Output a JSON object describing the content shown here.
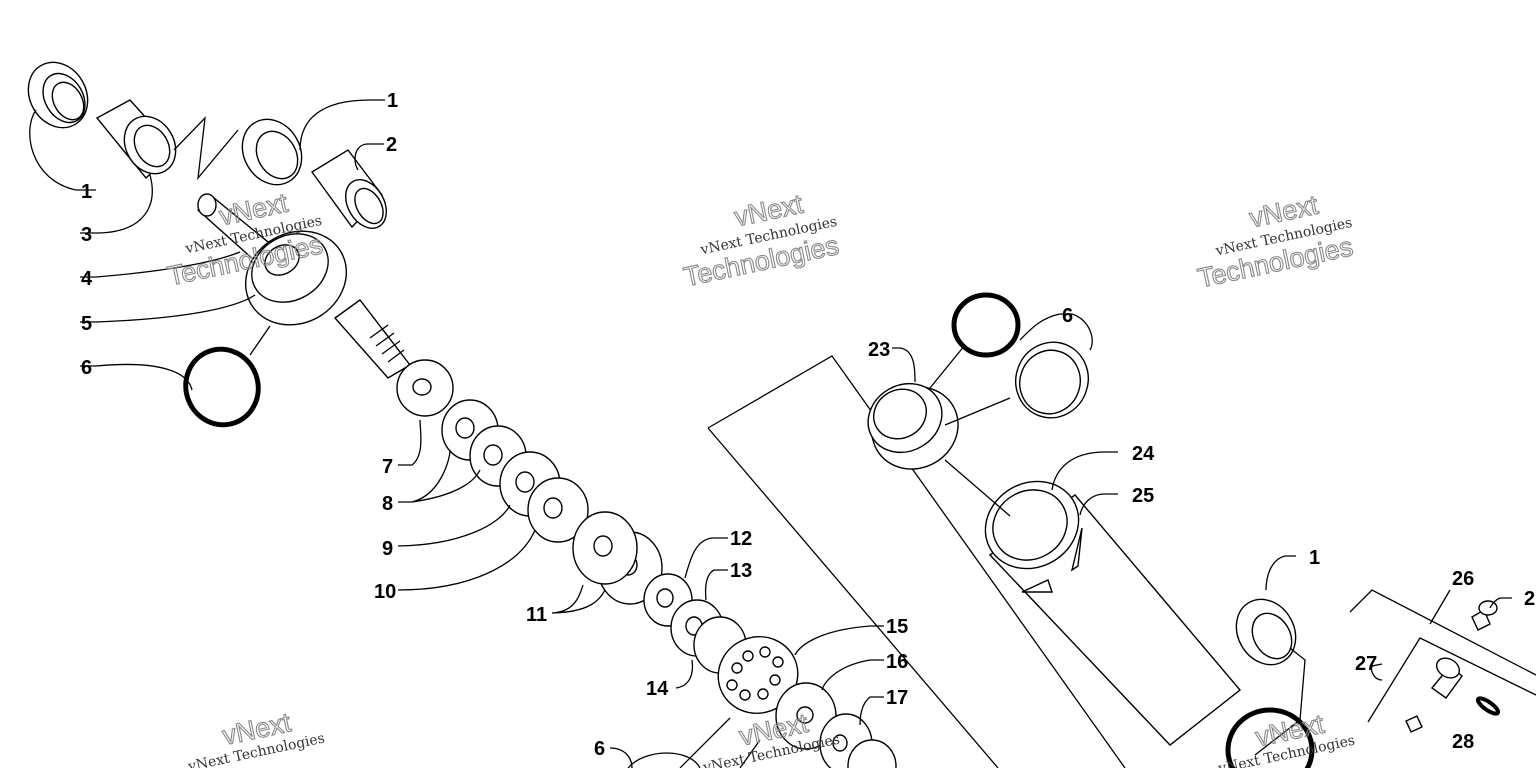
{
  "watermark": {
    "top_line": "vNext",
    "small_line": "vNext Technologies",
    "big_line": "Technologies"
  },
  "callouts": [
    {
      "text": "1"
    },
    {
      "text": "1"
    },
    {
      "text": "2"
    },
    {
      "text": "3"
    },
    {
      "text": "4"
    },
    {
      "text": "5"
    },
    {
      "text": "6"
    },
    {
      "text": "7"
    },
    {
      "text": "8"
    },
    {
      "text": "9"
    },
    {
      "text": "10"
    },
    {
      "text": "11"
    },
    {
      "text": "12"
    },
    {
      "text": "13"
    },
    {
      "text": "14"
    },
    {
      "text": "15"
    },
    {
      "text": "16"
    },
    {
      "text": "17"
    },
    {
      "text": "6"
    },
    {
      "text": "23"
    },
    {
      "text": "6"
    },
    {
      "text": "24"
    },
    {
      "text": "25"
    },
    {
      "text": "1"
    },
    {
      "text": "26"
    },
    {
      "text": "2"
    },
    {
      "text": "27"
    },
    {
      "text": "28"
    }
  ]
}
